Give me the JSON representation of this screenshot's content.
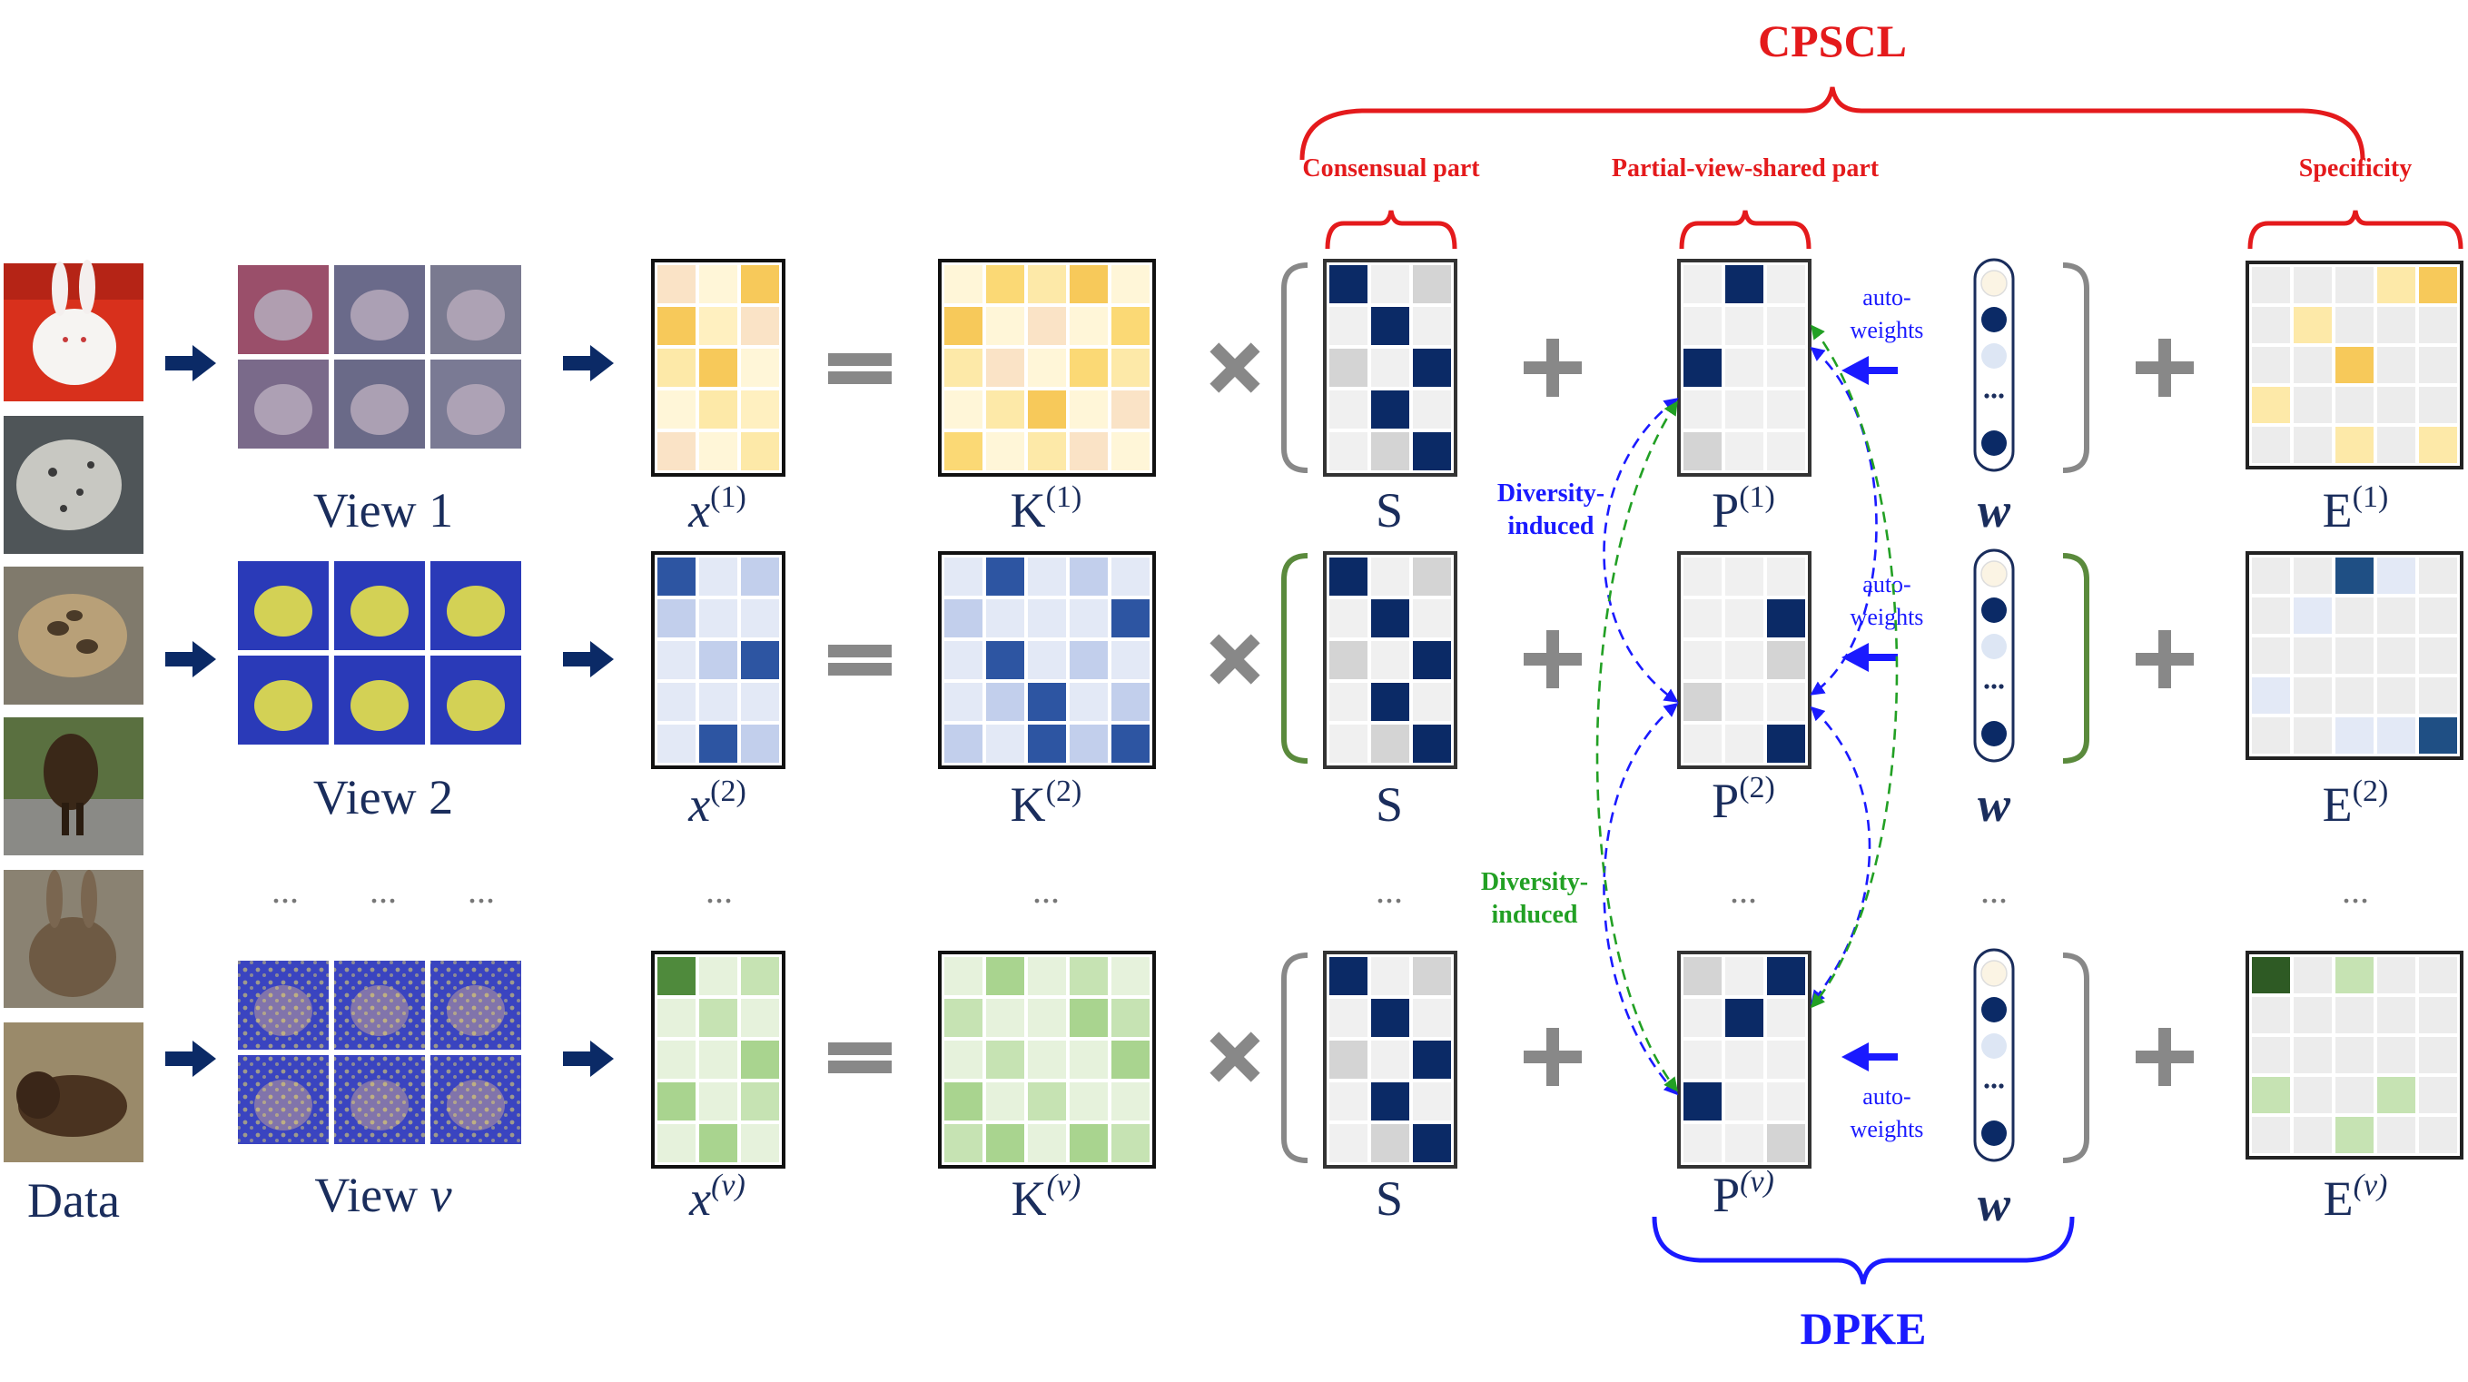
{
  "title_top": "CPSCL",
  "title_bottom": "DPKE",
  "part_labels": {
    "consensual": "Consensual part",
    "partial": "Partial-view-shared part",
    "specificity": "Specificity"
  },
  "data_label": "Data",
  "dots": "...",
  "rows": [
    {
      "view_label": "View 1",
      "x_base": "x",
      "x_sup": "(1)",
      "k_base": "K",
      "k_sup": "(1)",
      "p_base": "P",
      "p_sup": "(1)",
      "e_base": "E",
      "e_sup": "(1)",
      "s_label": "S",
      "w_label": "w",
      "auto_line1": "auto-",
      "auto_line2": "weights"
    },
    {
      "view_label": "View 2",
      "x_base": "x",
      "x_sup": "(2)",
      "k_base": "K",
      "k_sup": "(2)",
      "p_base": "P",
      "p_sup": "(2)",
      "e_base": "E",
      "e_sup": "(2)",
      "s_label": "S",
      "w_label": "w",
      "auto_line1": "auto-",
      "auto_line2": "weights"
    },
    {
      "view_label_base": "View ",
      "view_label_var": "v",
      "x_base": "x",
      "x_sup": "(v)",
      "k_base": "K",
      "k_sup": "(v)",
      "p_base": "P",
      "p_sup": "(v)",
      "e_base": "E",
      "e_sup": "(v)",
      "s_label": "S",
      "w_label": "w",
      "auto_line1": "auto-",
      "auto_line2": "weights"
    }
  ],
  "diversity_blue": {
    "line1": "Diversity-",
    "line2": "induced"
  },
  "diversity_green": {
    "line1": "Diversity-",
    "line2": "induced"
  },
  "images": [
    "white-rabbit-photo",
    "snow-leopard-photo",
    "clouded-leopard-photo",
    "bison-on-road-photo",
    "wild-hare-photo",
    "bison-on-grass-photo"
  ],
  "colors": {
    "red": "#e41a1c",
    "blue": "#1a1aff",
    "green": "#22a024",
    "navy": "#0b2a66",
    "gray": "#888888",
    "label": "#1a2d5c",
    "yellow_palette": [
      "#fff6d8",
      "#fde9a8",
      "#fbd975",
      "#f5c94d",
      "#fae0b8"
    ],
    "blue_palette": [
      "#dde4f4",
      "#b9c8ea",
      "#2e55a0"
    ],
    "green_palette": [
      "#e6f2dc",
      "#c6e3b3",
      "#a5d38c",
      "#4f8a3c"
    ]
  }
}
